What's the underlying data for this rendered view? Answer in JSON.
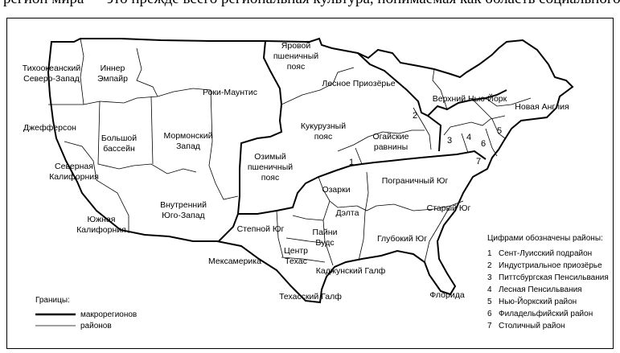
{
  "top_text": "регион мира — это прежде всего региональная культура, понимаемая как область социального взаимодействия, где",
  "regions": {
    "pacific_nw": [
      "Тихоокеанский",
      "Северо-Запад"
    ],
    "inland_empire": [
      "Иннер",
      "Эмпайр"
    ],
    "spring_wheat": [
      "Яровой",
      "пшеничный",
      "пояс"
    ],
    "rocky_mountains": [
      "Роки-Маунтис"
    ],
    "great_lakes": [
      "Лесное Приозёрье"
    ],
    "upper_ny": [
      "Верхний Нью-Йорк"
    ],
    "new_england": [
      "Новая Англия"
    ],
    "jefferson": [
      "Джефферсон"
    ],
    "great_basin": [
      "Большой",
      "бассейн"
    ],
    "mormon": [
      "Мормонский",
      "Запад"
    ],
    "corn_belt": [
      "Кукурузный",
      "пояс"
    ],
    "ohio": [
      "Огайские",
      "равнины"
    ],
    "north_cal": [
      "Северная",
      "Калифорния"
    ],
    "winter_wheat": [
      "Озимый",
      "пшеничный",
      "пояс"
    ],
    "inland_sw": [
      "Внутренний",
      "Юго-Запад"
    ],
    "south_cal": [
      "Южная",
      "Калифорния"
    ],
    "ozarks": [
      "Озарки"
    ],
    "border_south": [
      "Пограничный Юг"
    ],
    "old_south": [
      "Старый Юг"
    ],
    "delta": [
      "Дэлта"
    ],
    "piney_woods": [
      "Пайни",
      "Вудс"
    ],
    "steppe_south": [
      "Степной Юг"
    ],
    "central_texas": [
      "Центр",
      "Техас"
    ],
    "deep_south": [
      "Глубокий Юг"
    ],
    "mexamerica": [
      "Мексамерика"
    ],
    "cajun_gulf": [
      "Каджунский Галф"
    ],
    "texas_gulf": [
      "Техасский Галф"
    ],
    "florida": [
      "Флорида"
    ]
  },
  "map_numbers": [
    "1",
    "2",
    "3",
    "4",
    "5",
    "6",
    "7"
  ],
  "numbered_legend": {
    "title": "Цифрами обозначены районы:",
    "items": [
      {
        "num": "1",
        "label": "Сент-Луисский подрайон"
      },
      {
        "num": "2",
        "label": "Индустриальное приозёрье"
      },
      {
        "num": "3",
        "label": "Питтсбургская Пенсильвания"
      },
      {
        "num": "4",
        "label": "Лесная Пенсильвания"
      },
      {
        "num": "5",
        "label": "Нью-Йоркский район"
      },
      {
        "num": "6",
        "label": "Филадельфийский район"
      },
      {
        "num": "7",
        "label": "Столичный район"
      }
    ]
  },
  "borders_legend": {
    "title": "Границы:",
    "items": [
      {
        "label": "макрорегионов",
        "style": "thick"
      },
      {
        "label": "районов",
        "style": "thin"
      }
    ]
  },
  "colors": {
    "ink": "#000000",
    "background": "#ffffff"
  }
}
